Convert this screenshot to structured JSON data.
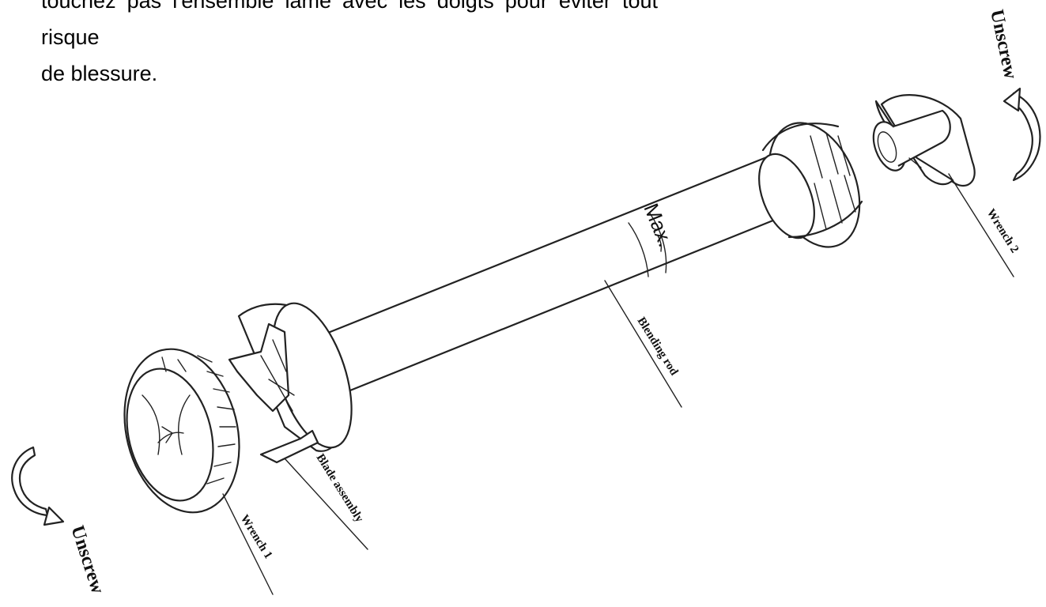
{
  "intro": {
    "line1": "touchez pas l'ensemble lame avec les doigts pour éviter tout risque",
    "line2": "de blessure."
  },
  "labels": {
    "unscrew_top": "Unscrew",
    "unscrew_bottom": "Unscrew",
    "wrench1": "Wrench 1",
    "wrench2": "Wrench 2",
    "blade_assembly": "Blade assembly",
    "blending_rod": "Blending rod",
    "max_mark": "Max."
  }
}
